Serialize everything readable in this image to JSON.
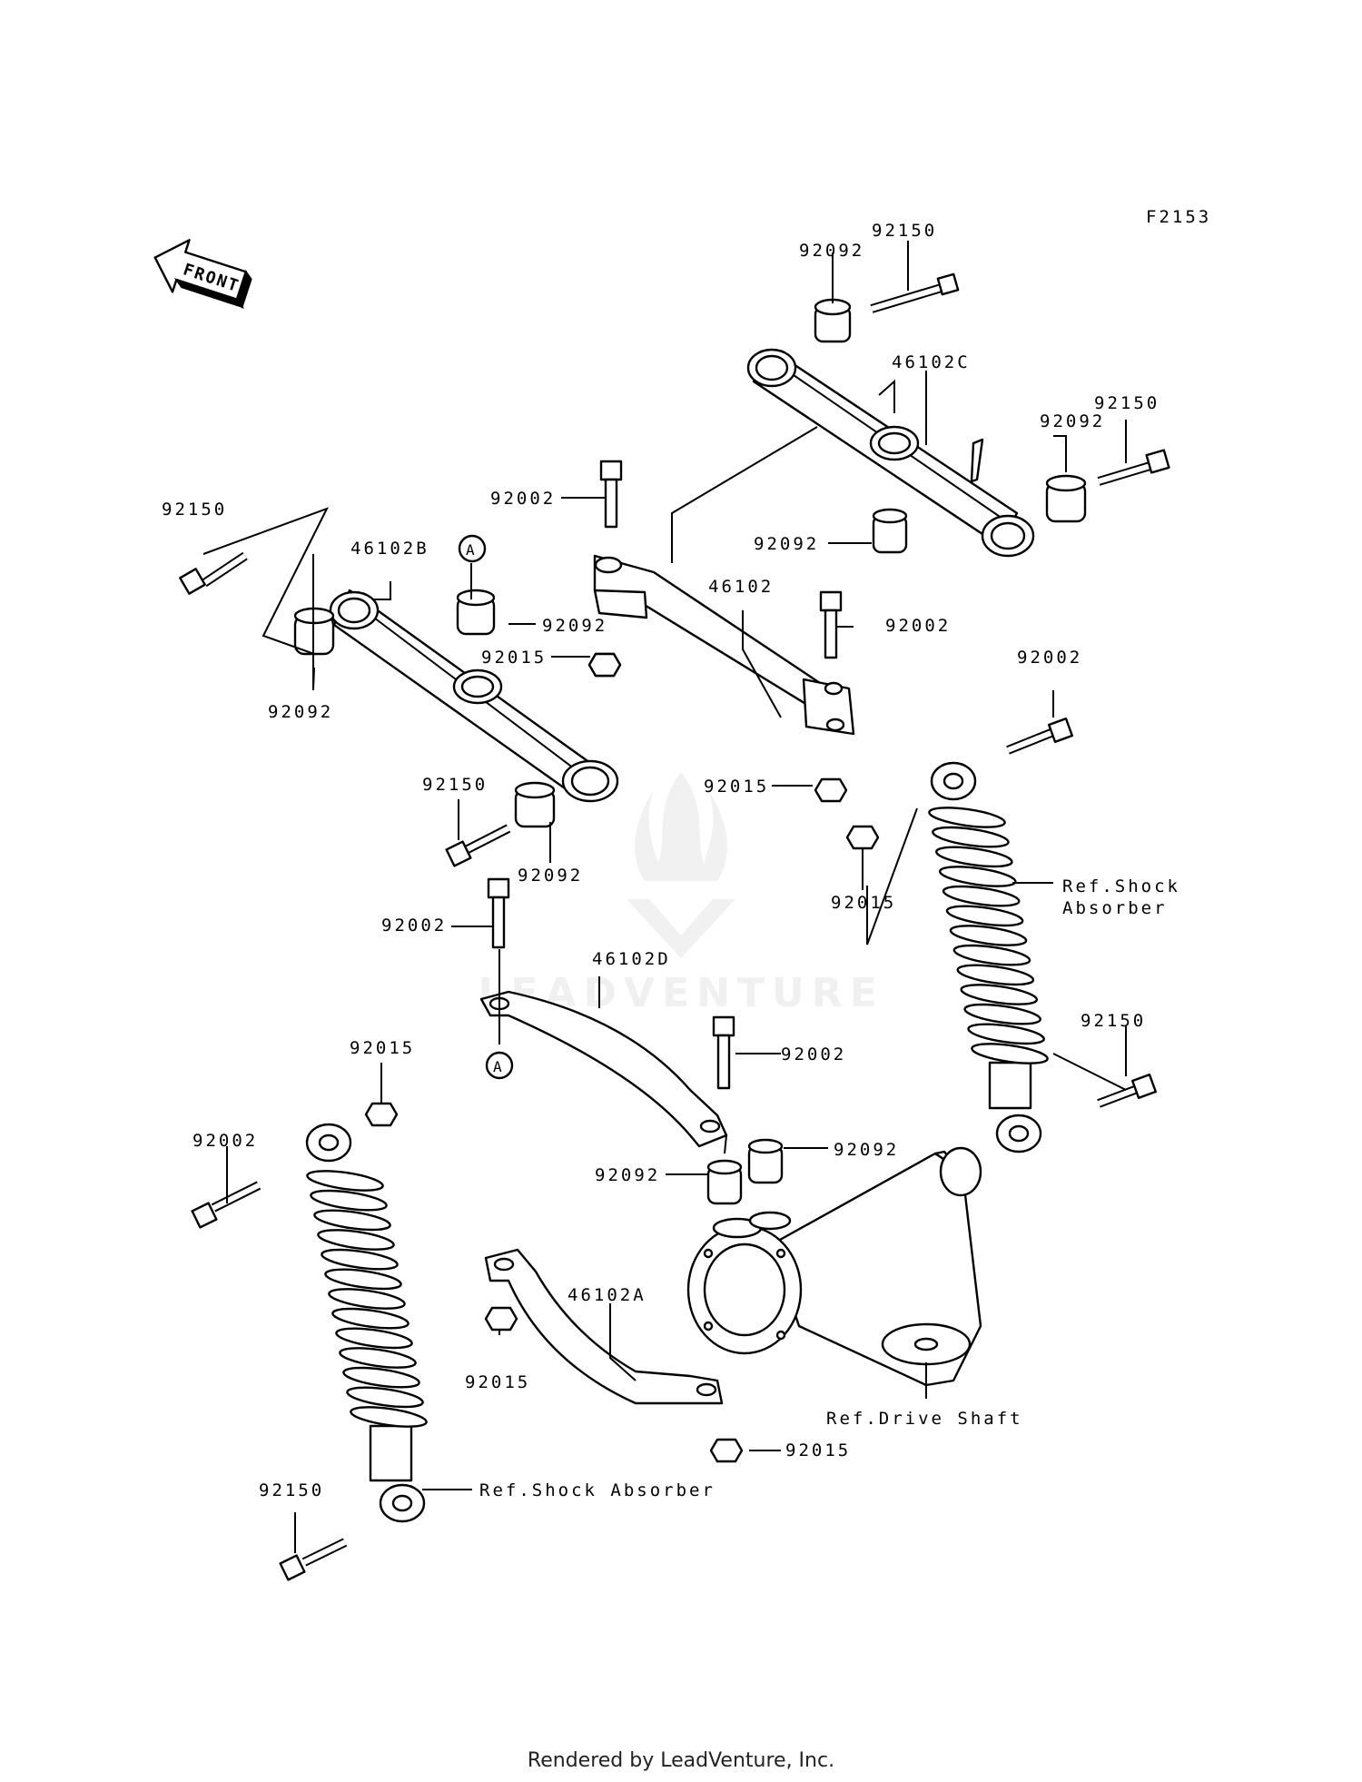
{
  "diagram_id": "F2153",
  "front_label": "FRONT",
  "callout_letter": "A",
  "parts": {
    "p92150": "92150",
    "p92092": "92092",
    "p92002": "92002",
    "p92015": "92015",
    "p46102": "46102",
    "p46102A": "46102A",
    "p46102B": "46102B",
    "p46102C": "46102C",
    "p46102D": "46102D"
  },
  "refs": {
    "shock_line1": "Ref.Shock",
    "shock_line2": "Absorber",
    "shock_single": "Ref.Shock Absorber",
    "drive_shaft": "Ref.Drive Shaft"
  },
  "watermark": "LEADVENTURE",
  "footer": "Rendered by LeadVenture, Inc."
}
